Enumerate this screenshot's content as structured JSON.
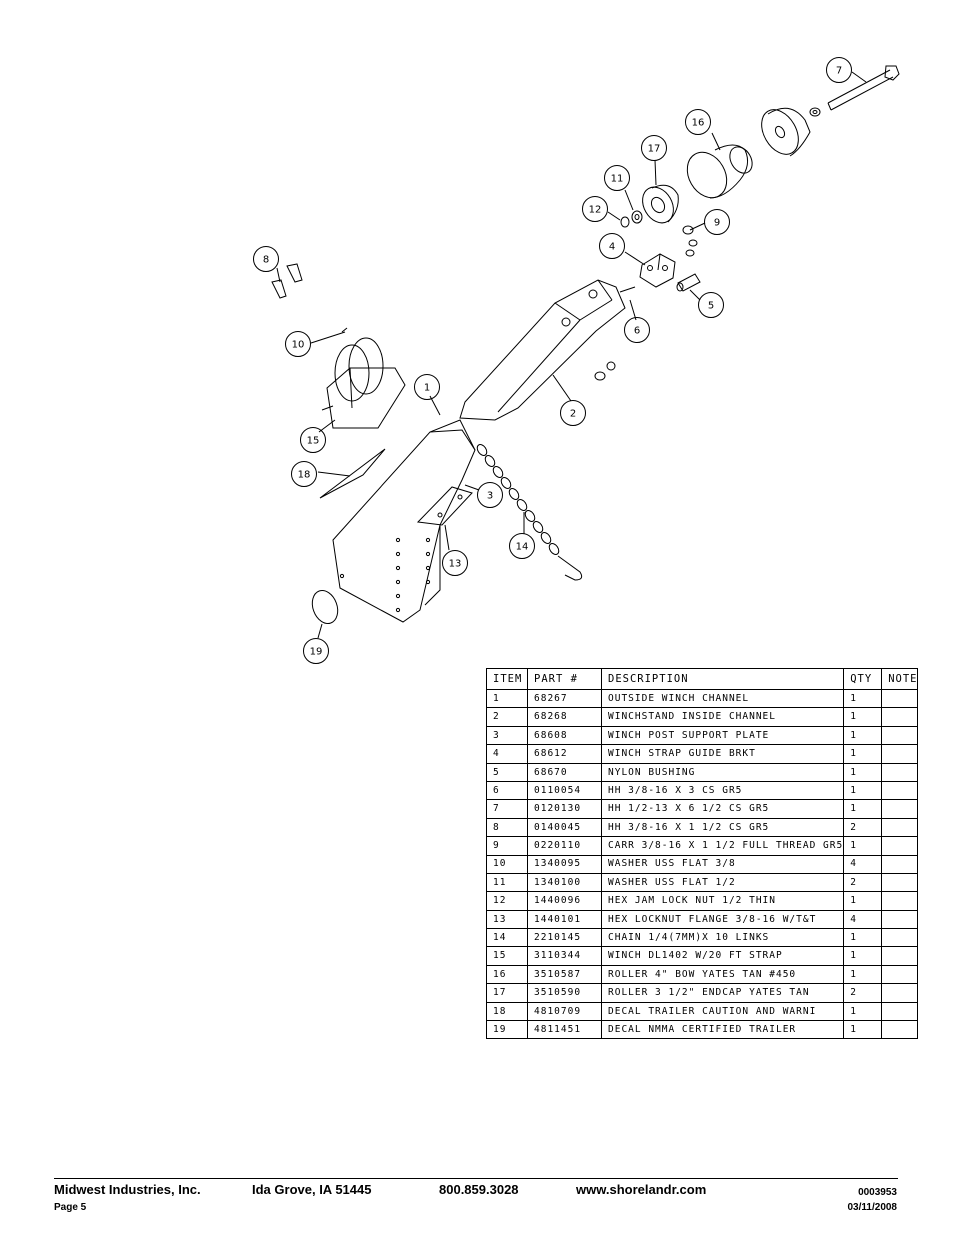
{
  "diagram": {
    "callouts": [
      "1",
      "2",
      "3",
      "4",
      "5",
      "6",
      "7",
      "8",
      "9",
      "10",
      "11",
      "12",
      "13",
      "14",
      "15",
      "16",
      "17",
      "18",
      "19"
    ]
  },
  "table": {
    "headers": {
      "item": "ITEM",
      "part": "PART #",
      "description": "DESCRIPTION",
      "qty": "QTY",
      "note": "NOTE"
    },
    "rows": [
      {
        "item": "1",
        "part": "68267",
        "description": "OUTSIDE WINCH CHANNEL",
        "qty": "1",
        "note": ""
      },
      {
        "item": "2",
        "part": "68268",
        "description": "WINCHSTAND   INSIDE CHANNEL",
        "qty": "1",
        "note": ""
      },
      {
        "item": "3",
        "part": "68608",
        "description": "WINCH POST SUPPORT PLATE",
        "qty": "1",
        "note": ""
      },
      {
        "item": "4",
        "part": "68612",
        "description": "WINCH STRAP GUIDE BRKT",
        "qty": "1",
        "note": ""
      },
      {
        "item": "5",
        "part": "68670",
        "description": "NYLON BUSHING",
        "qty": "1",
        "note": ""
      },
      {
        "item": "6",
        "part": "0110054",
        "description": "HH 3/8-16 X 3 CS GR5",
        "qty": "1",
        "note": ""
      },
      {
        "item": "7",
        "part": "0120130",
        "description": "HH 1/2-13 X 6 1/2 CS GR5",
        "qty": "1",
        "note": ""
      },
      {
        "item": "8",
        "part": "0140045",
        "description": "HH 3/8-16 X 1 1/2 CS GR5",
        "qty": "2",
        "note": ""
      },
      {
        "item": "9",
        "part": "0220110",
        "description": "CARR 3/8-16 X 1 1/2 FULL THREAD GR5",
        "qty": "1",
        "note": ""
      },
      {
        "item": "10",
        "part": "1340095",
        "description": "WASHER USS FLAT 3/8",
        "qty": "4",
        "note": ""
      },
      {
        "item": "11",
        "part": "1340100",
        "description": "WASHER USS FLAT 1/2",
        "qty": "2",
        "note": ""
      },
      {
        "item": "12",
        "part": "1440096",
        "description": "HEX JAM LOCK NUT 1/2 THIN",
        "qty": "1",
        "note": ""
      },
      {
        "item": "13",
        "part": "1440101",
        "description": "HEX LOCKNUT FLANGE 3/8-16 W/T&T",
        "qty": "4",
        "note": ""
      },
      {
        "item": "14",
        "part": "2210145",
        "description": "CHAIN 1/4(7MM)X 10 LINKS",
        "qty": "1",
        "note": ""
      },
      {
        "item": "15",
        "part": "3110344",
        "description": "WINCH DL1402 W/20 FT STRAP",
        "qty": "1",
        "note": ""
      },
      {
        "item": "16",
        "part": "3510587",
        "description": "ROLLER 4\" BOW YATES TAN #450",
        "qty": "1",
        "note": ""
      },
      {
        "item": "17",
        "part": "3510590",
        "description": "ROLLER 3 1/2\" ENDCAP YATES TAN",
        "qty": "2",
        "note": ""
      },
      {
        "item": "18",
        "part": "4810709",
        "description": "DECAL TRAILER CAUTION AND WARNI",
        "qty": "1",
        "note": ""
      },
      {
        "item": "19",
        "part": "4811451",
        "description": " DECAL NMMA CERTIFIED TRAILER",
        "qty": "1",
        "note": ""
      }
    ]
  },
  "footer": {
    "company": "Midwest Industries, Inc.",
    "location": "Ida Grove, IA  51445",
    "phone": "800.859.3028",
    "website": "www.shorelandr.com",
    "page": "Page 5",
    "doc_number": "0003953",
    "date": "03/11/2008"
  }
}
